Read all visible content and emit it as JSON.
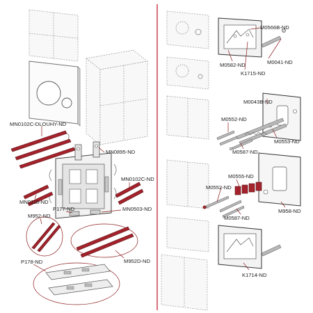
{
  "divider_color": "#c42030",
  "callout_color": "#8b1a1a",
  "part_red": "#a3222b",
  "labels": {
    "mn0102c_dlouhy": "MN0102C-DLOUHY-ND",
    "mn0895": "MN0895-ND",
    "mn0102c": "MN0102C-ND",
    "mn0118": "MN0118-ND",
    "p177": "P177-ND",
    "mn0503": "MN0503-ND",
    "m952": "M952-ND",
    "m952d": "M952D-ND",
    "p178": "P178-ND",
    "m0566b": "M0566B-ND",
    "m0041": "M0041-ND",
    "m0582": "M0582-ND",
    "k1715": "K1715-ND",
    "m0043b": "M0043B-ND",
    "m0552_a": "M0552-ND",
    "m0553": "M0553-ND",
    "m0587_a": "M0587-ND",
    "m0555": "M0555-ND",
    "m0552_b": "M0552-ND",
    "m0587_b": "M0587-ND",
    "m958": "M958-ND",
    "k1714": "K1714-ND"
  }
}
